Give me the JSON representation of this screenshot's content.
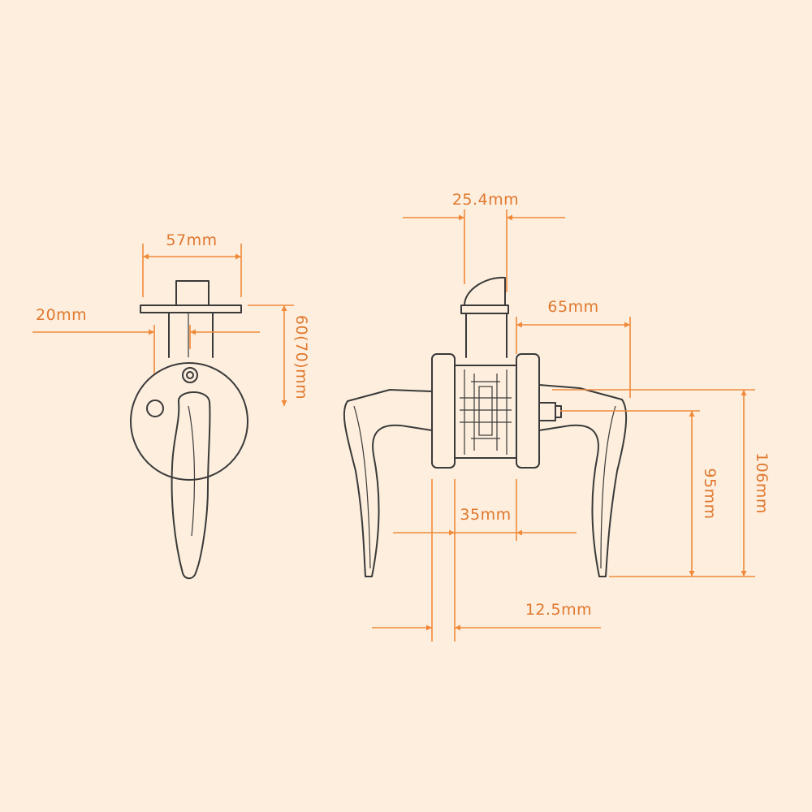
{
  "colors": {
    "background": "#fdeede",
    "dimension": "#f08a3a",
    "dimension_text": "#e0782e",
    "outline": "#3a3a3a"
  },
  "dimensions": {
    "width_57": "57mm",
    "backset_20": "20mm",
    "backset_60_70": "60(70)mm",
    "latch_25_4": "25.4mm",
    "lever_65": "65mm",
    "door_35": "35mm",
    "lever_95": "95mm",
    "lever_106": "106mm",
    "gap_12_5": "12.5mm"
  }
}
